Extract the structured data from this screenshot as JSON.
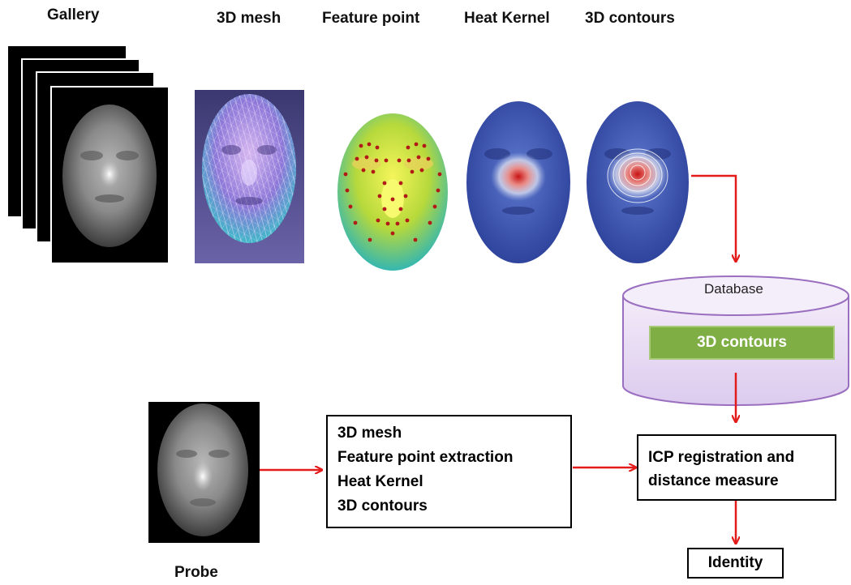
{
  "stages": {
    "gallery": "Gallery",
    "mesh": "3D mesh",
    "feature": "Feature point",
    "heat": "Heat Kernel",
    "contours": "3D contours"
  },
  "database": {
    "label": "Database",
    "inner": "3D contours"
  },
  "process_box": {
    "lines": [
      "3D mesh",
      "Feature point extraction",
      "Heat Kernel",
      "3D contours"
    ]
  },
  "icp_box": {
    "lines": [
      "ICP registration and",
      "distance measure"
    ]
  },
  "identity_box": "Identity",
  "probe_label": "Probe",
  "colors": {
    "arrow": "#e31b1b",
    "db_fill": "#e9dcf3",
    "db_border": "#9b6fc0",
    "db_inner": "#7fae45",
    "face_heat_blue": "#3a55b8",
    "face_feature_yellow": "#c9e23a"
  }
}
